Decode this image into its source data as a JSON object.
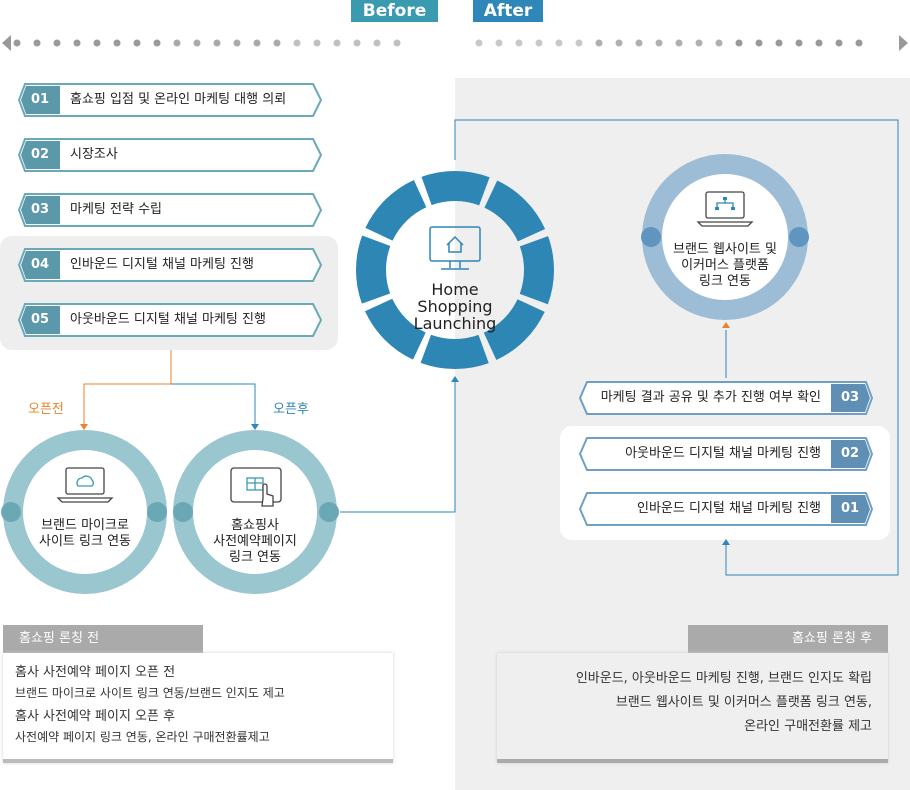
{
  "header": {
    "before": "Before",
    "after": "After"
  },
  "colors": {
    "before_tag": "#3a9bb0",
    "after_tag": "#2f86b8",
    "ring_main": "#2e86b4",
    "ring_before": "#9ac6cf",
    "ring_after": "#9dbdd6"
  },
  "before_steps": [
    {
      "num": "01",
      "label": "홈쇼핑 입점 및 온라인 마케팅 대행 의뢰"
    },
    {
      "num": "02",
      "label": "시장조사"
    },
    {
      "num": "03",
      "label": "마케팅 전략 수립"
    },
    {
      "num": "04",
      "label": "인바운드 디지털 채널 마케팅 진행"
    },
    {
      "num": "05",
      "label": "아웃바운드 디지털 채널 마케팅 진행"
    }
  ],
  "after_steps": [
    {
      "num": "03",
      "label": "마케팅 결과 공유 및 추가 진행 여부 확인"
    },
    {
      "num": "02",
      "label": "아웃바운드 디지털 채널 마케팅 진행"
    },
    {
      "num": "01",
      "label": "인바운드 디지털 채널 마케팅 진행"
    }
  ],
  "center": {
    "line1": "Home",
    "line2": "Shopping",
    "line3": "Launching"
  },
  "branch": {
    "before_open": "오픈전",
    "after_open": "오픈후"
  },
  "circle_micro": {
    "line1": "브랜드 마이크로",
    "line2": "사이트 링크 연동"
  },
  "circle_preorder": {
    "line1": "홈쇼핑사",
    "line2": "사전예약페이지",
    "line3": "링크 연동"
  },
  "circle_web": {
    "line1": "브랜드 웹사이트 및",
    "line2": "이커머스 플랫폼",
    "line3": "링크 연동"
  },
  "before_box": {
    "title": "홈쇼핑 론칭 전",
    "h1": "홈사 사전예약 페이지 오픈 전",
    "t1": "브랜드 마이크로 사이트 링크 연동/브랜드 인지도 제고",
    "h2": "홈사 사전예약 페이지 오픈 후",
    "t2": "사전예약 페이지 링크 연동, 온라인 구매전환률제고"
  },
  "after_box": {
    "title": "홈쇼핑 론칭 후",
    "l1": "인바운드, 아웃바운드 마케팅 진행, 브랜드 인지도 확립",
    "l2": "브랜드 웹사이트 및 이커머스 플랫폼 링크 연동,",
    "l3": "온라인 구매전환률 제고"
  }
}
